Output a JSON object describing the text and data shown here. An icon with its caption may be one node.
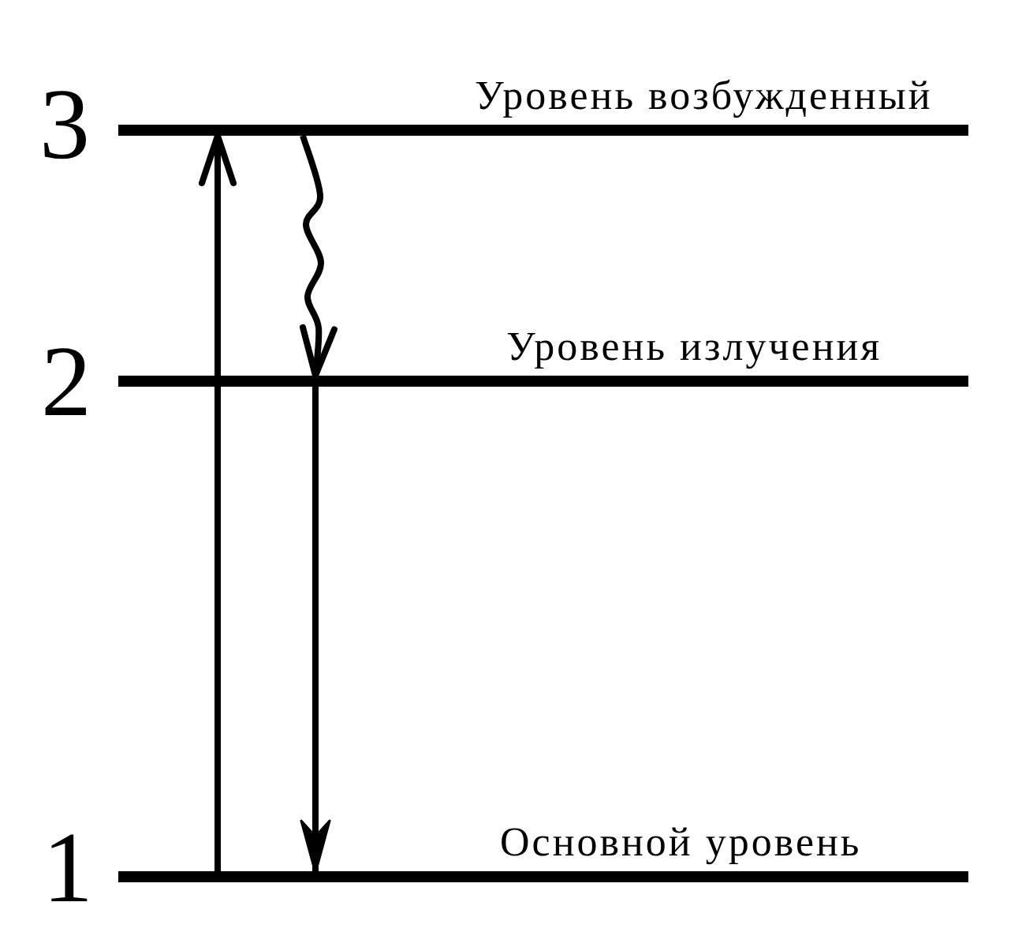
{
  "diagram": {
    "nodes": [
      {
        "text": [],
        "shape": "bar",
        "beside": [
          "3",
          "Уровень возбужденный"
        ]
      },
      {
        "text": [],
        "shape": "bar",
        "beside": [
          "2",
          "Уровень излучения"
        ]
      },
      {
        "text": [],
        "shape": "bar",
        "beside": [
          "1",
          "Основной уровень"
        ]
      }
    ],
    "edges": [
      {
        "from": 2,
        "to": 0,
        "arrow": "to"
      },
      {
        "from": 0,
        "to": 1,
        "arrow": "to"
      },
      {
        "from": 1,
        "to": 2,
        "arrow": "to"
      }
    ]
  }
}
